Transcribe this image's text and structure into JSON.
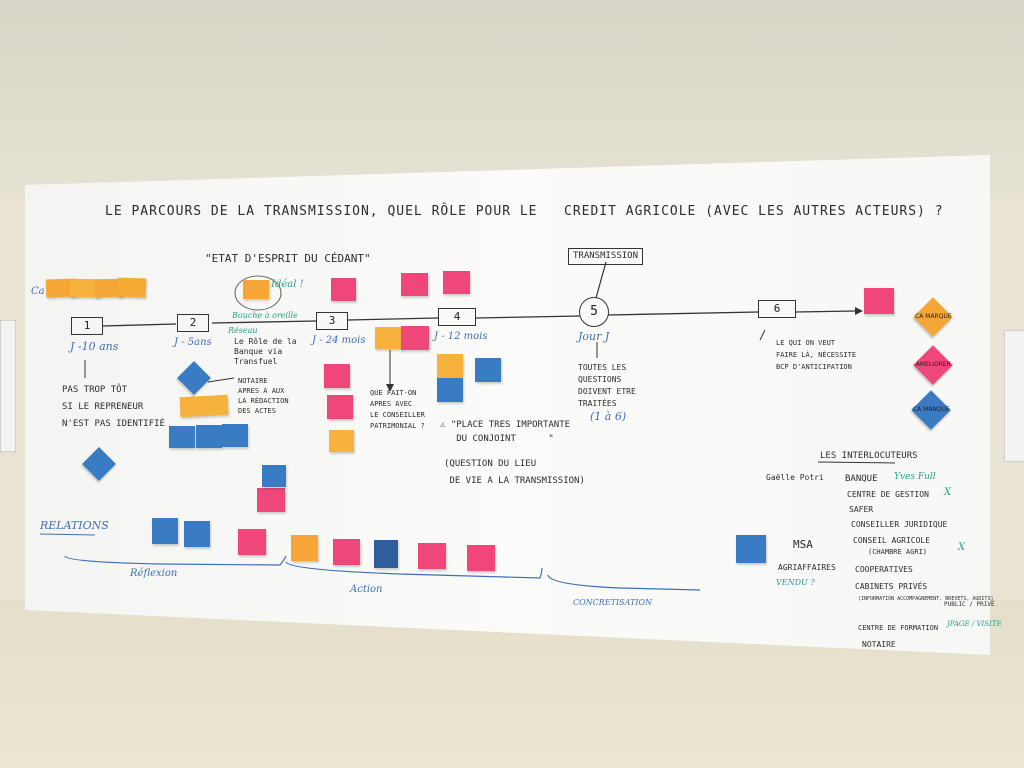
{
  "board": {
    "title": "LE PARCOURS DE LA TRANSMISSION, QUEL RÔLE POUR LE   CREDIT AGRICOLE (AVEC LES AUTRES ACTEURS) ?",
    "state_of_mind": "\"ETAT D'ESPRIT DU CÉDANT\"",
    "transmission_label": "TRANSMISSION",
    "relations_label": "RELATIONS"
  },
  "timeline": {
    "steps": [
      {
        "num": "1",
        "label": "J -10 ans"
      },
      {
        "num": "2",
        "label": "J - 5ans"
      },
      {
        "num": "3",
        "label": "J - 24 mois"
      },
      {
        "num": "4",
        "label": "J - 12 mois"
      },
      {
        "num": "5",
        "label": "Jour J"
      },
      {
        "num": "6",
        "label": ""
      }
    ]
  },
  "notes": {
    "ideal": "Idéal !",
    "bouche_oreille": "Bouche à oreille",
    "reseau": "Réseau",
    "role_banque": "Le Rôle de la\nBanque via\nTransfuel",
    "notaire": "NOTAIRE\nAPRES A AUX\nLA RÉDACTION\nDES ACTES",
    "pas_trop_tot": "PAS TROP TÔT\nSI LE REPRENEUR\nN'EST PAS IDENTIFIÉ",
    "que_fait_on": "QUE FAIT-ON\nAPRES AVEC\nLE CONSEILLER\nPATRIMONIAL ?",
    "place_importante": "⚠ \"PLACE TRES IMPORTANTE\n   DU CONJOINT      \"",
    "question_lieu": "(QUESTION DU LIEU\n DE VIE A LA TRANSMISSION)",
    "toutes_questions": "TOUTES LES\nQUESTIONS\nDOIVENT ETRE\nTRAITÉES",
    "un_a_six": "(1 à 6)",
    "le_qui_on_veut": "LE QUI ON VEUT\nFAIRE LÀ, NÉCESSITE\nBCP D'ANTICIPATION",
    "ca_label": "Ca"
  },
  "phases": {
    "reflexion": "Réflexion",
    "action": "Action",
    "concretisation": "CONCRETISATION"
  },
  "interlocuteurs": {
    "heading": "LES INTERLOCUTEURS",
    "left_note": "Gaëlle Potri",
    "msa": "MSA",
    "agriaffaires": "AGRIAFFAIRES",
    "vendu": "VENDU ?",
    "items": [
      "BANQUE",
      "CENTRE DE GESTION",
      "SAFER",
      "CONSEILLER JURIDIQUE",
      "CONSEIL AGRICOLE",
      "(CHAMBRE AGRI)",
      "COOPERATIVES",
      "CABINETS PRIVÉS",
      "(INFORMATION ACCOMPAGNEMENT, BREVETS, AUDITS)",
      "CENTRE DE FORMATION",
      "NOTAIRE"
    ],
    "banque_note": "Yves Full",
    "centre_mark": "X",
    "conseil_mark": "X",
    "cabinets_note": "PUBLIC / PRIVÉ",
    "formation_note": "JPAGE / VISITE"
  },
  "legend": {
    "orange": "CA MARQUE",
    "pink": "AMELIORER",
    "blue": "CA MANQUE"
  },
  "colors": {
    "orange": "#f6a636",
    "pink": "#f0477a",
    "blue": "#3a7cc4",
    "ink": "#2d2d2d"
  }
}
